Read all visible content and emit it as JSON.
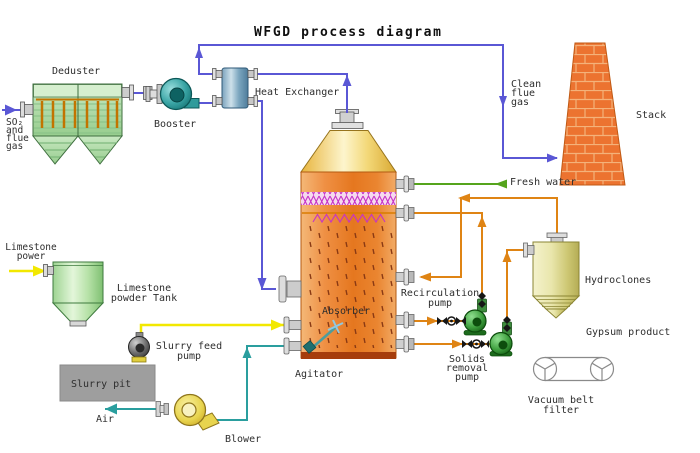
{
  "title": "WFGD process diagram",
  "labels": {
    "deduster": "Deduster",
    "so2_flue_gas": "SO₂\nand\nflue\ngas",
    "booster": "Booster",
    "heat_exchanger": "Heat Exchanger",
    "clean_flue_gas": "Clean\nflue\ngas",
    "stack": "Stack",
    "fresh_water": "Fresh water",
    "absorber": "Absorber",
    "agitator": "Agitator",
    "recirculation_pump": "Recirculation\npump",
    "solids_removal_pump": "Solids\nremoval\npump",
    "hydroclones": "Hydroclones",
    "gypsum_product": "Gypsum product",
    "vacuum_belt_filter": "Vacuum belt\nfilter",
    "limestone_power": "Limestone\npower",
    "limestone_powder_tank": "Limestone\npowder Tank",
    "slurry_feed_pump": "Slurry feed\npump",
    "slurry_pit": "Slurry pit",
    "air": "Air",
    "blower": "Blower"
  },
  "colors": {
    "flue_gas": "#5a57d5",
    "fresh_water": "#55a41c",
    "slurry": "#df8414",
    "limestone": "#f2e800",
    "air": "#2a9e9e",
    "spray_header": "#d97c00",
    "absorber_orange": "#e8741f",
    "stack_brick": "#ec7330"
  }
}
